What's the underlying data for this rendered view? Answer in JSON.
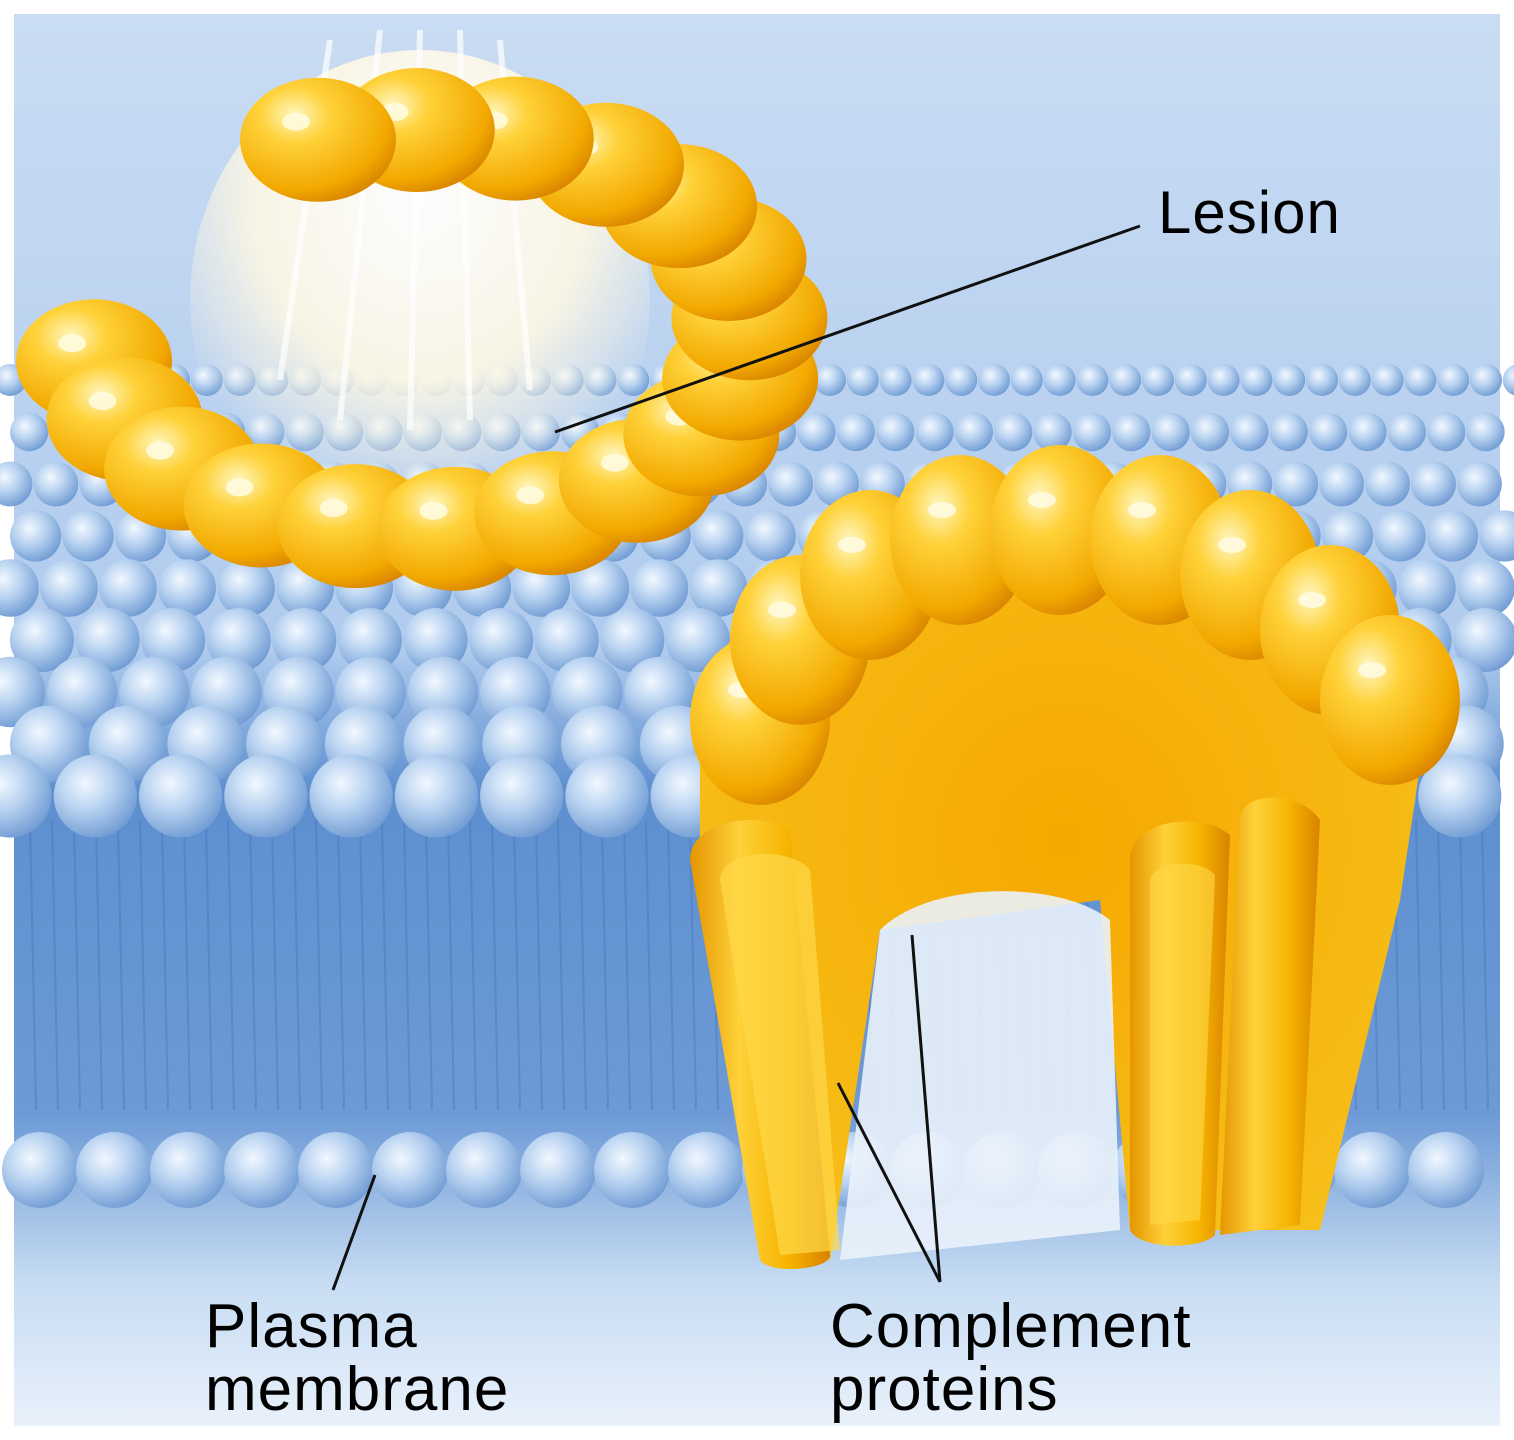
{
  "labels": {
    "lesion": "Lesion",
    "plasma_membrane": [
      "Plasma",
      "membrane"
    ],
    "complement_proteins": [
      "Complement",
      "proteins"
    ]
  },
  "colors": {
    "membrane_light": "#a9c8ea",
    "membrane_dark": "#4d7fc6",
    "head_fill": "#b4d0f0",
    "protein_yellow": "#f7b90a",
    "protein_dark": "#e08a00",
    "protein_highlight": "#fff3b0",
    "pore_glow": "#fffbe8",
    "leader_line": "#111111"
  },
  "icons": [
    "lesion-pore",
    "lipid-head",
    "complement-protein-ring"
  ]
}
